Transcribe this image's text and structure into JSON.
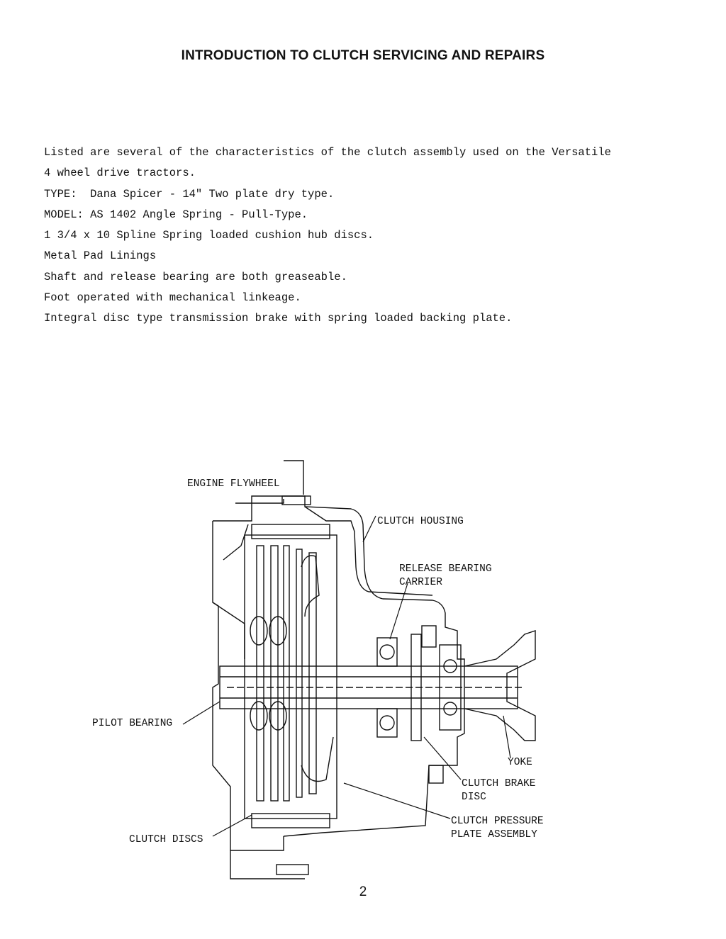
{
  "title": "INTRODUCTION TO CLUTCH SERVICING AND REPAIRS",
  "lines": [
    "Listed are several of the characteristics of the clutch assembly used on the Versatile",
    "4 wheel drive tractors.",
    "TYPE:  Dana Spicer - 14\" Two plate dry type.",
    "MODEL: AS 1402 Angle Spring - Pull-Type.",
    "1 3/4 x 10 Spline Spring loaded cushion hub discs.",
    "Metal Pad Linings",
    "Shaft and release bearing are both greaseable.",
    "Foot operated with mechanical linkeage.",
    "Integral disc type transmission brake with spring loaded backing plate."
  ],
  "diagram": {
    "labels": {
      "engine_flywheel": "ENGINE FLYWHEEL",
      "clutch_housing": "CLUTCH HOUSING",
      "release_bearing_1": "RELEASE BEARING",
      "release_bearing_2": "CARRIER",
      "pilot_bearing": "PILOT BEARING",
      "yoke": "YOKE",
      "clutch_brake_1": "CLUTCH BRAKE",
      "clutch_brake_2": "DISC",
      "pressure_plate_1": "CLUTCH PRESSURE",
      "pressure_plate_2": "PLATE ASSEMBLY",
      "clutch_discs": "CLUTCH DISCS"
    }
  },
  "page_number": "2"
}
